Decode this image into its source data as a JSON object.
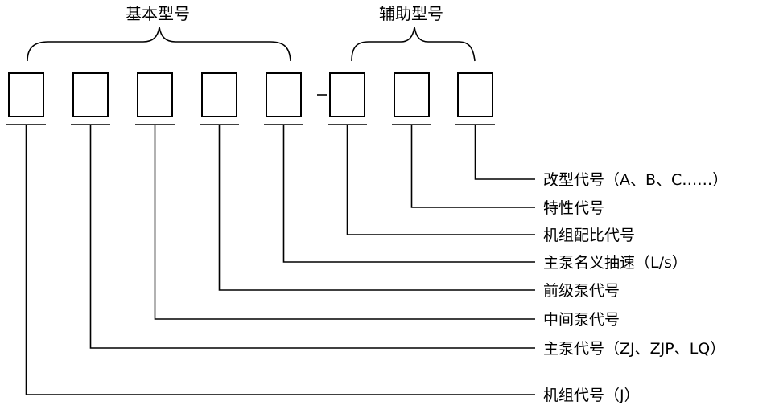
{
  "groups": {
    "basic": "基本型号",
    "auxiliary": "辅助型号"
  },
  "labels": [
    "改型代号（A、B、C……）",
    "特性代号",
    "机组配比代号",
    "主泵名义抽速（L/s）",
    "前级泵代号",
    "中间泵代号",
    "主泵代号（ZJ、ZJP、LQ）",
    "机组代号（J）"
  ]
}
